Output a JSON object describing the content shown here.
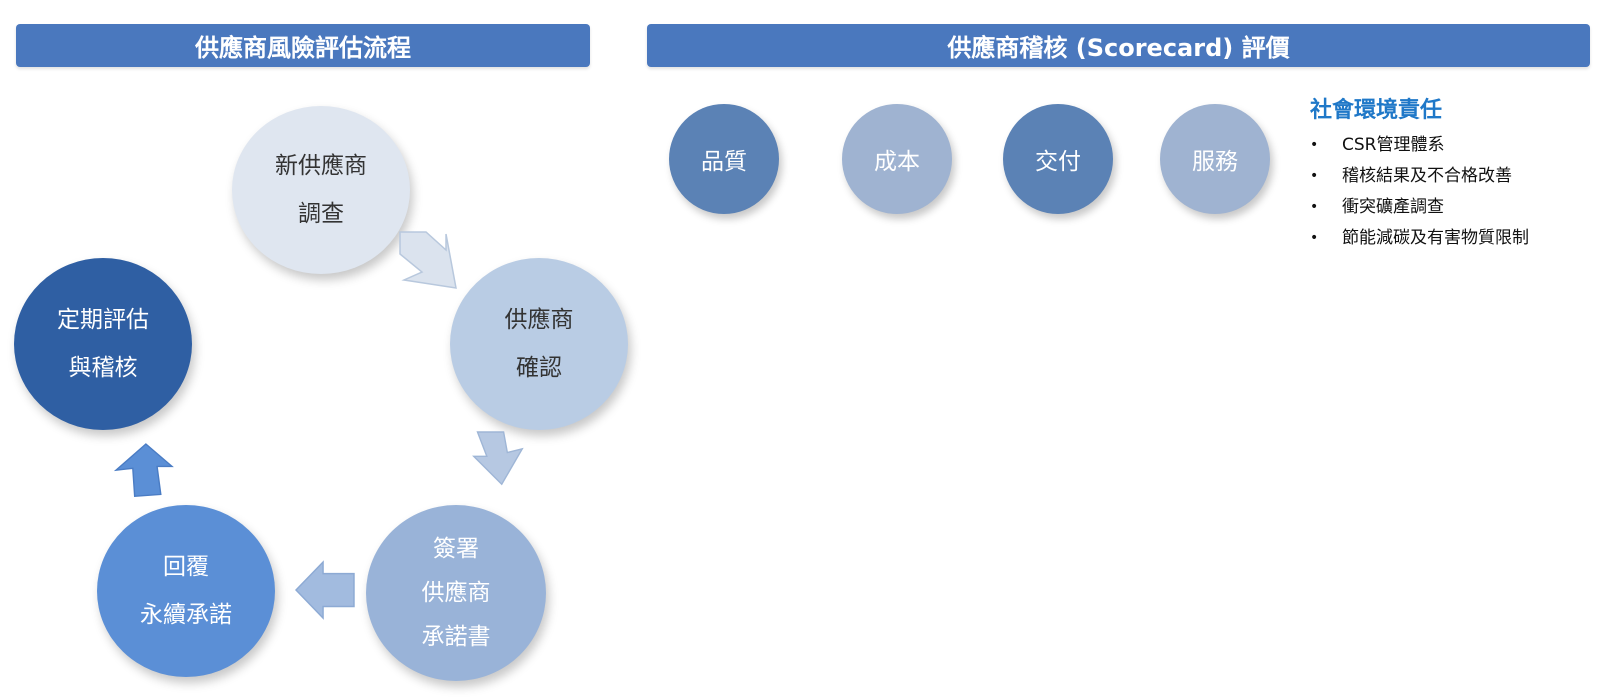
{
  "left_panel": {
    "title": "供應商風險評估流程",
    "steps": [
      {
        "line1": "新供應商",
        "line2": "調查",
        "line3": ""
      },
      {
        "line1": "供應商",
        "line2": "確認",
        "line3": ""
      },
      {
        "line1": "簽署",
        "line2": "供應商",
        "line3": "承諾書"
      },
      {
        "line1": "回覆",
        "line2": "永續承諾",
        "line3": ""
      },
      {
        "line1": "定期評估",
        "line2": "與稽核",
        "line3": ""
      }
    ]
  },
  "right_panel": {
    "title": "供應商稽核 (Scorecard) 評價",
    "criteria": [
      "品質",
      "成本",
      "交付",
      "服務"
    ],
    "csr": {
      "heading": "社會環境責任",
      "items": [
        "CSR管理體系",
        "稽核結果及不合格改善",
        "衝突礦產調查",
        "節能減碳及有害物質限制"
      ]
    }
  },
  "colors": {
    "banner": "#4a78be",
    "step_new": "#dfe6f0",
    "step_confirm": "#b9cce4",
    "step_sign": "#99b3d8",
    "step_reply": "#5b8fd6",
    "step_audit": "#2f5fa3",
    "score_dark": "#5b82b5",
    "score_light": "#9fb3d1",
    "csr_heading": "#1f78c8"
  }
}
